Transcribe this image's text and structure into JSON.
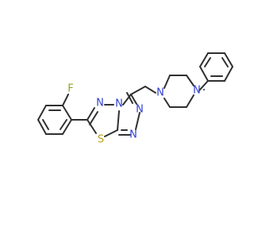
{
  "molecule": {
    "atoms": {
      "fluorine": {
        "symbol": "F",
        "color": "#8fa12d"
      },
      "thiadiazole_n": {
        "symbol": "N",
        "color": "#2f3fd1"
      },
      "bridge_n": {
        "symbol": "N",
        "color": "#2f3fd1"
      },
      "triazole_n_upper": {
        "symbol": "N",
        "color": "#2f3fd1"
      },
      "triazole_n_lower": {
        "symbol": "N",
        "color": "#2f3fd1"
      },
      "sulfur": {
        "symbol": "S",
        "color": "#b9a020"
      },
      "piperazine_n1": {
        "symbol": "N",
        "color": "#2f3fd1"
      },
      "piperazine_n4": {
        "symbol": "N",
        "color": "#2f3fd1"
      }
    },
    "bond_color": "#303030"
  }
}
